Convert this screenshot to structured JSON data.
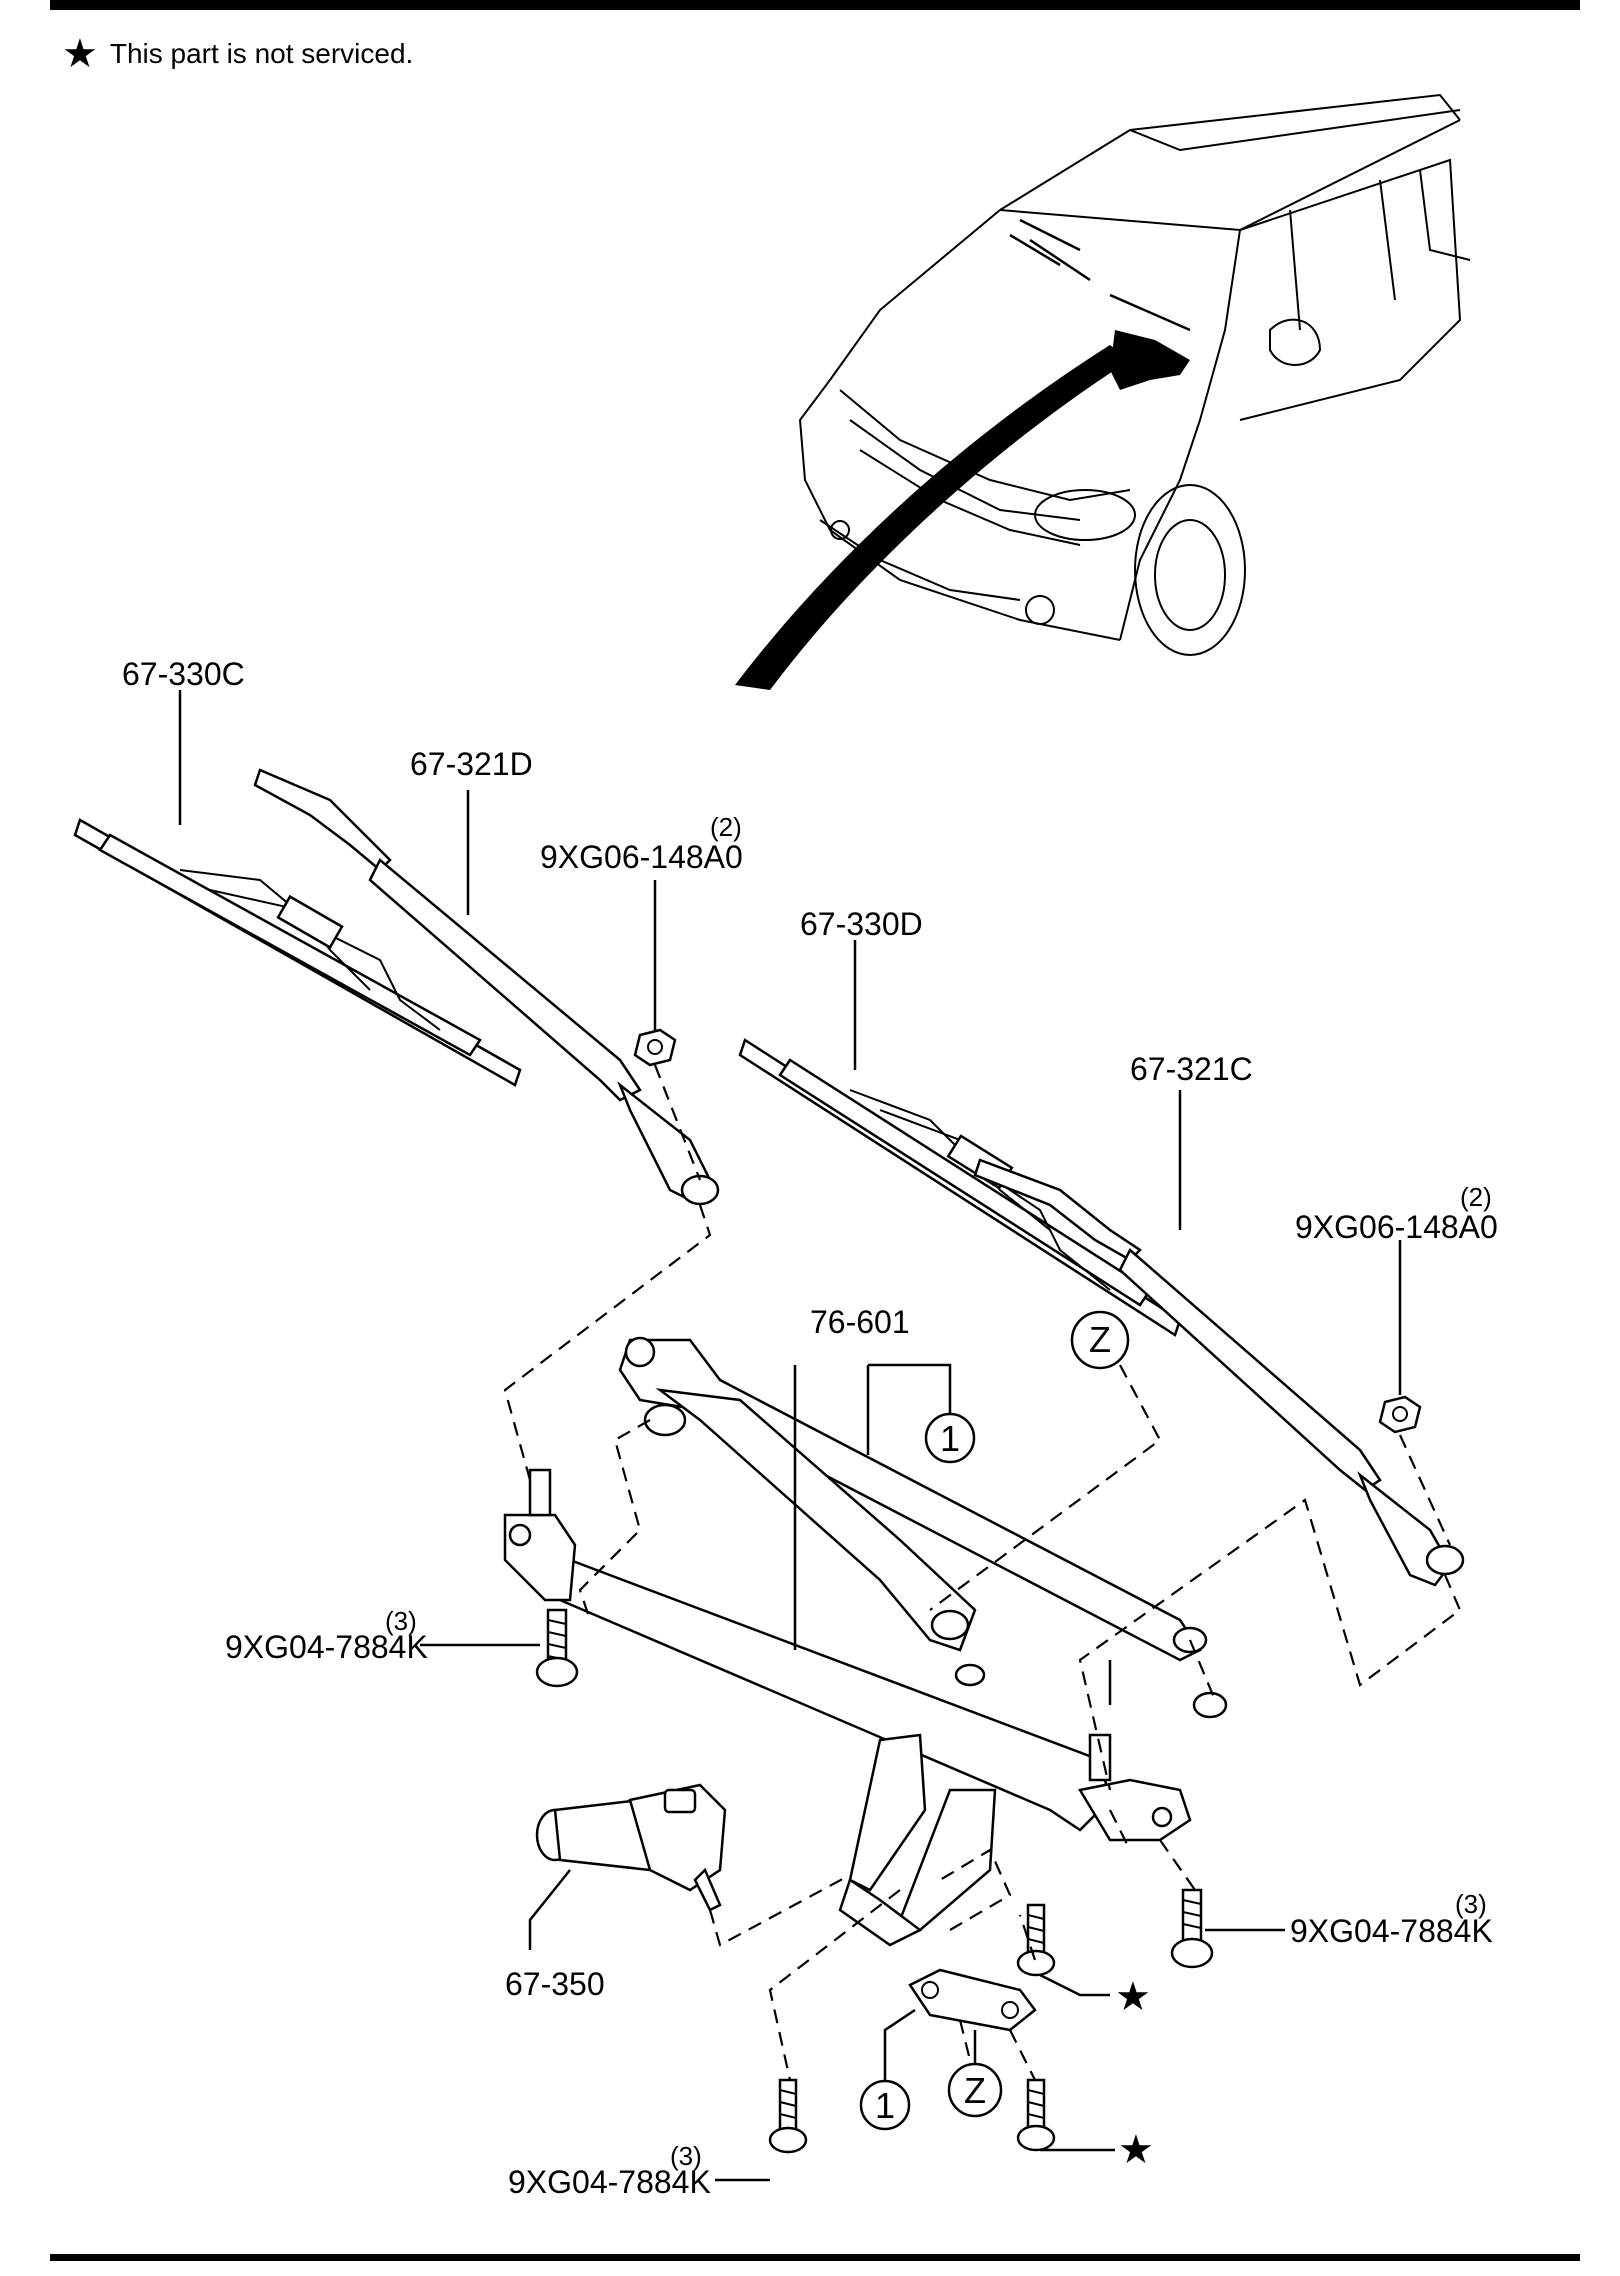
{
  "note": {
    "star": "★",
    "text": "This part is not serviced."
  },
  "labels": {
    "blade_left": "67-330C",
    "arm_left": "67-321D",
    "nut_left": "9XG06-148A0",
    "nut_left_qty": "(2)",
    "blade_right": "67-330D",
    "arm_right": "67-321C",
    "nut_right": "9XG06-148A0",
    "nut_right_qty": "(2)",
    "linkage": "76-601",
    "callout_1": "1",
    "callout_z": "Z",
    "bolt_left": "9XG04-7884K",
    "bolt_left_qty": "(3)",
    "bolt_right": "9XG04-7884K",
    "bolt_right_qty": "(3)",
    "bolt_bottom": "9XG04-7884K",
    "bolt_bottom_qty": "(3)",
    "motor": "67-350",
    "bracket_callout_1": "1",
    "bracket_callout_z": "Z",
    "star_upper": "★",
    "star_lower": "★"
  },
  "icons": [
    "star-icon",
    "vehicle-illustration",
    "wiper-blade",
    "wiper-arm",
    "wiper-linkage",
    "wiper-motor",
    "bolt",
    "nut"
  ]
}
